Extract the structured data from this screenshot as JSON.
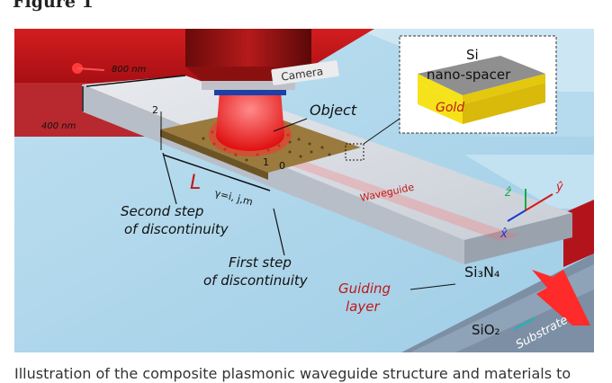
{
  "figure": {
    "heading": "Figure 1",
    "caption": "Illustration of the composite plasmonic waveguide structure and materials to"
  },
  "labels": {
    "camera": "Camera",
    "object": "Object",
    "width_dim": "800 nm",
    "height_dim": "400 nm",
    "marker_2": "2",
    "marker_1": "1",
    "marker_0": "0",
    "length": "L",
    "gamma": "γ=i, j,m",
    "second_step_line1": "Second step",
    "second_step_line2": "of discontinuity",
    "first_step_line1": "First step",
    "first_step_line2": "of discontinuity",
    "waveguide": "Waveguide",
    "si3n4": "Si₃N₄",
    "guiding_line1": "Guiding",
    "guiding_line2": "layer",
    "sio2": "SiO₂",
    "substrate": "Substrate",
    "axis_z": "ẑ",
    "axis_y": "ŷ",
    "axis_x": "x̂"
  },
  "inset": {
    "si": "Si",
    "spacer": "nano-spacer",
    "gold": "Gold"
  },
  "colors": {
    "background": "#a9d3e8",
    "red_slab": "#c8171b",
    "waveguide_top": "#dfe2e6",
    "object_plate": "#9a7a3d",
    "gold": "#f6e21a",
    "spacer": "#8f8f8f",
    "laser": "#ff2020",
    "label_red": "#d01c1c"
  }
}
